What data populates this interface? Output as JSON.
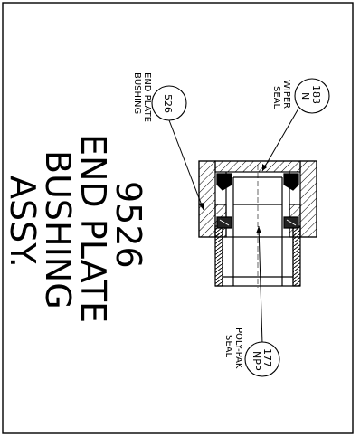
{
  "title": {
    "part_number": "9526",
    "line1": "END PLATE",
    "line2": "BUSHING",
    "line3": "ASSY."
  },
  "callouts": [
    {
      "id": "wiper-seal",
      "bubble_lines": [
        "183",
        "N"
      ],
      "label_lines": [
        "WIPER",
        "SEAL"
      ]
    },
    {
      "id": "end-plate-bushing",
      "bubble_lines": [
        "526"
      ],
      "label_lines": [
        "END PLATE",
        "BUSHING"
      ]
    },
    {
      "id": "poly-pak-seal",
      "bubble_lines": [
        "177",
        "NPP"
      ],
      "label_lines": [
        "POLY-PAK",
        "SEAL"
      ]
    }
  ]
}
